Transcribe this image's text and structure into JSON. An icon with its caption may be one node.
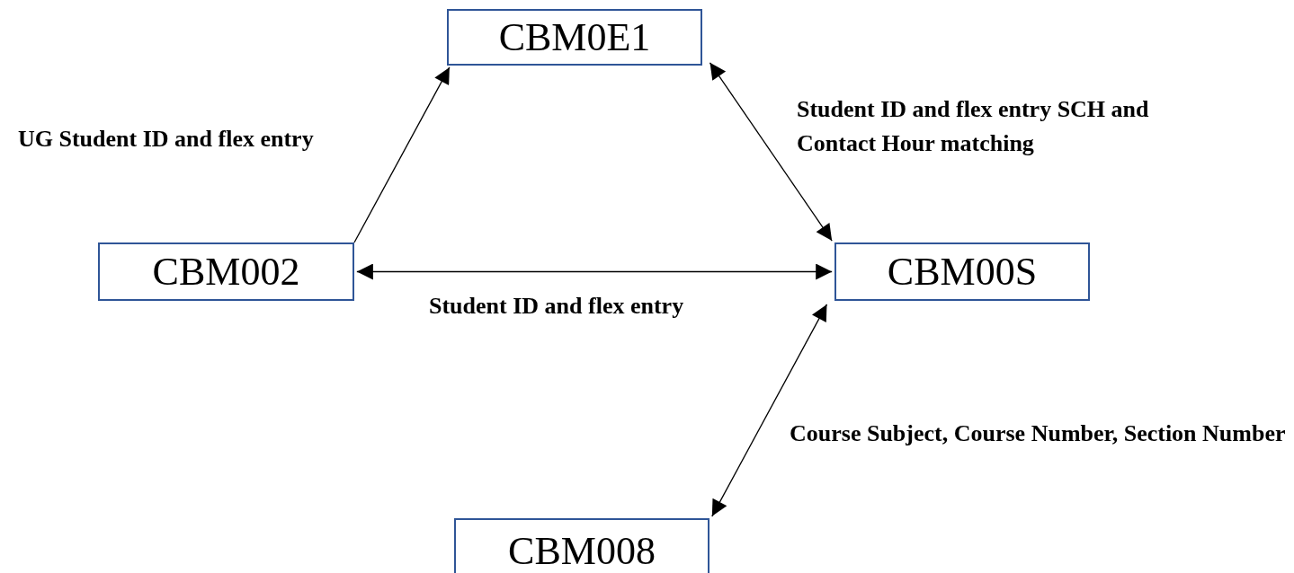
{
  "diagram": {
    "nodes": [
      {
        "text": [
          "CBM0E1"
        ]
      },
      {
        "text": [
          "CBM002"
        ]
      },
      {
        "text": [
          "CBM00S"
        ]
      },
      {
        "text": [
          "CBM008"
        ]
      }
    ],
    "edges": [
      {
        "from": 1,
        "to": 0,
        "arrow": "to",
        "label": "UG Student ID and flex entry"
      },
      {
        "from": 0,
        "to": 2,
        "arrow": "both",
        "label": "Student ID and flex entry SCH and Contact Hour matching"
      },
      {
        "from": 1,
        "to": 2,
        "arrow": "both",
        "label": "Student ID and flex entry"
      },
      {
        "from": 2,
        "to": 3,
        "arrow": "both",
        "label": "Course Subject, Course Number, Section Number"
      }
    ]
  }
}
